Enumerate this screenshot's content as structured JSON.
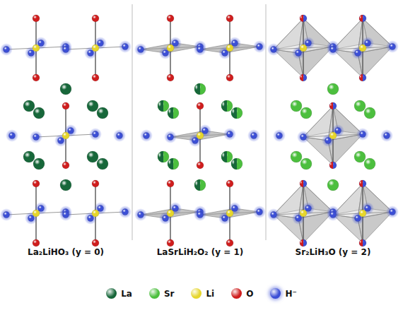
{
  "diagram": {
    "labels": [
      "La₂LiHO₃ (y = 0)",
      "LaSrLiH₂O₂ (y = 1)",
      "Sr₂LiH₃O (y = 2)"
    ],
    "legend": [
      {
        "text": "La",
        "color": "#17673a"
      },
      {
        "text": "Sr",
        "color": "#4cbf3e"
      },
      {
        "text": "Li",
        "color": "#e6d62c"
      },
      {
        "text": "O",
        "color": "#cf1d1d"
      },
      {
        "text": "H⁻",
        "color": "#3c4fd6"
      }
    ]
  }
}
